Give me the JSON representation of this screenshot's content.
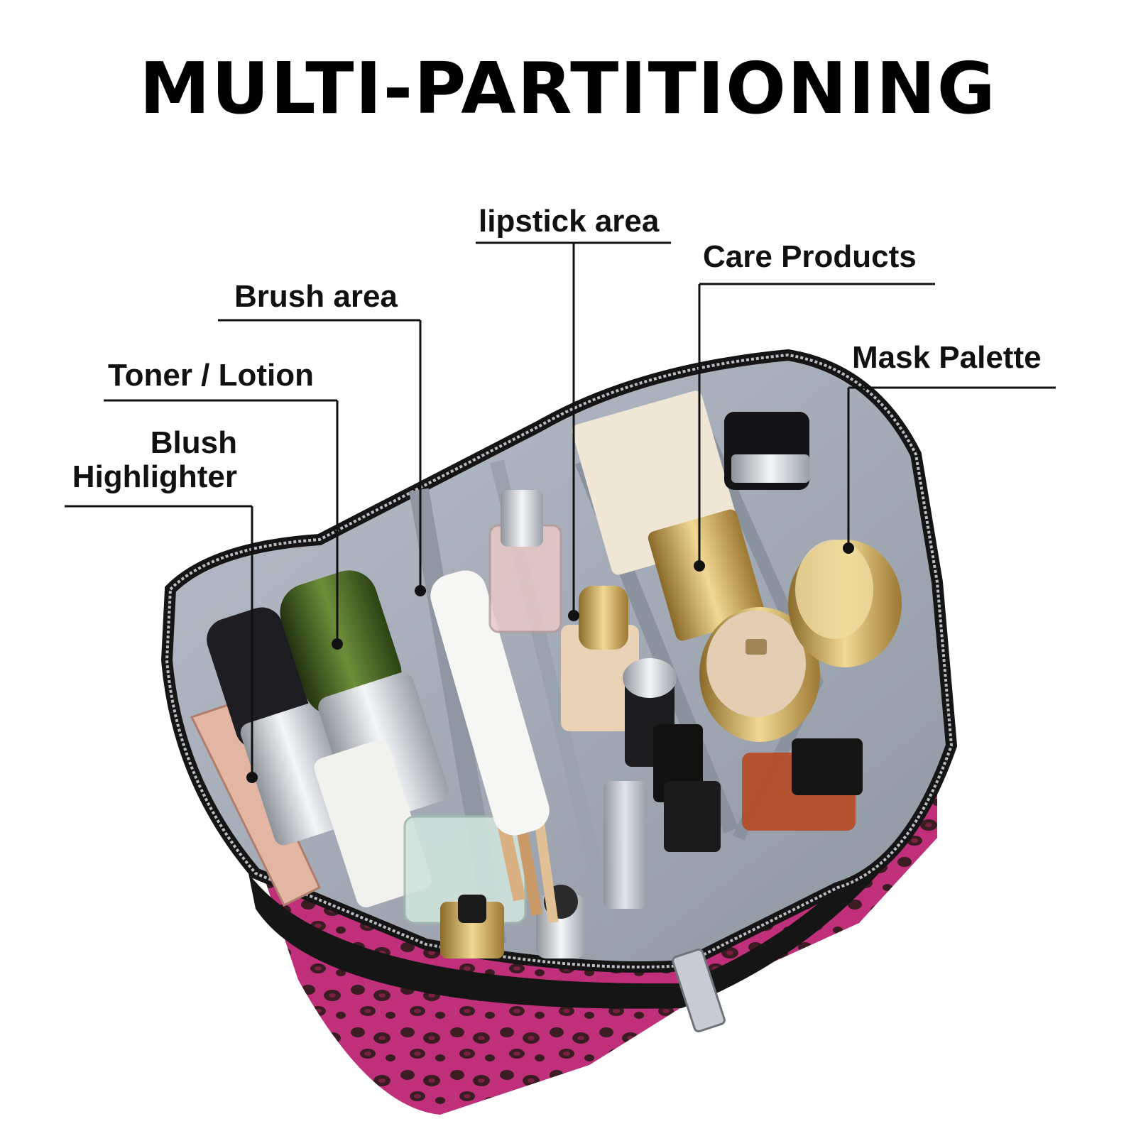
{
  "headline": "MULTI-PARTITIONING",
  "callouts": {
    "lipstick": "lipstick area",
    "care": "Care Products",
    "brush": "Brush area",
    "mask": "Mask Palette",
    "toner": "Toner / Lotion",
    "blush": "Blush",
    "highlighter": "Highlighter"
  },
  "colors": {
    "lining": "#a9b0bb",
    "lining_dark": "#7f8794",
    "leopard_base": "#c0307a",
    "leopard_spot": "#3a1c22",
    "trim": "#151515",
    "zipper": "#b9bcc2",
    "gold": "#c9a24e",
    "silver": "#d7dbe0",
    "green_bottle": "#3f5b1f"
  }
}
